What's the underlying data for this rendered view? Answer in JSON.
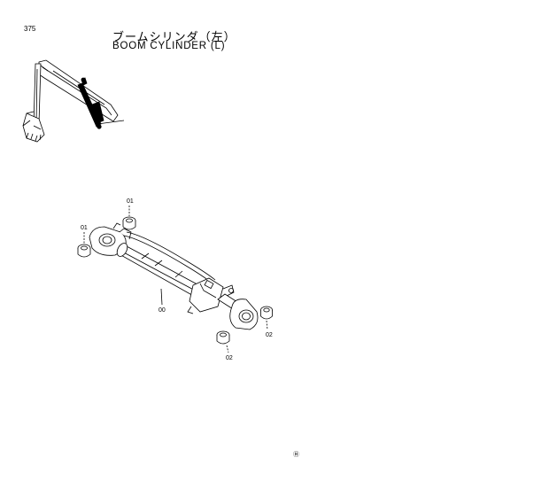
{
  "page_number": "375",
  "title": {
    "japanese": "ブームシリンダ（左）",
    "english": "BOOM CYLINDER (L)"
  },
  "callouts": {
    "pin_bushing_top": "01",
    "pin_bushing_left": "01",
    "cylinder": "00",
    "rod_bushing_lower": "02",
    "rod_bushing_right": "02"
  },
  "footer_mark": "Ⓗ"
}
